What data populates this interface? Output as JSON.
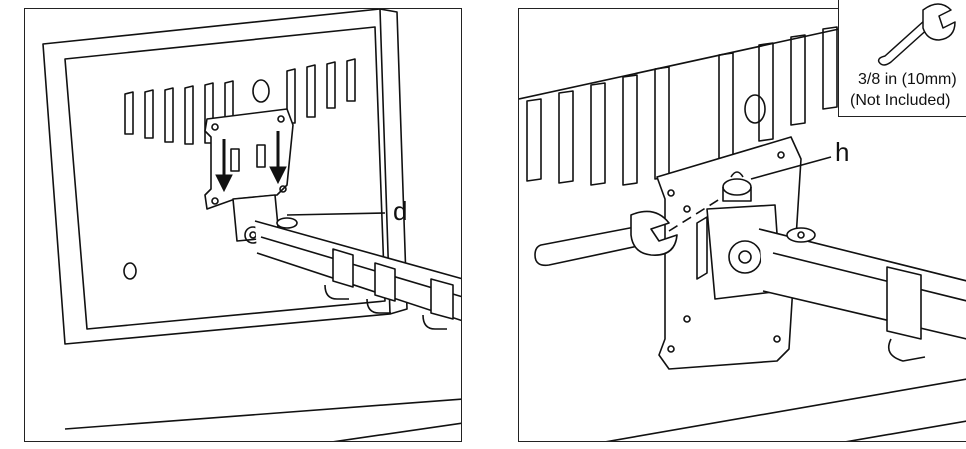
{
  "callouts": {
    "d": "d",
    "h": "h"
  },
  "tool_box": {
    "tool_icon": "wrench-icon",
    "size_text": "3/8 in (10mm)",
    "note_text": "(Not Included)"
  },
  "colors": {
    "line": "#111111",
    "background": "#ffffff",
    "arrow": "#111111"
  }
}
